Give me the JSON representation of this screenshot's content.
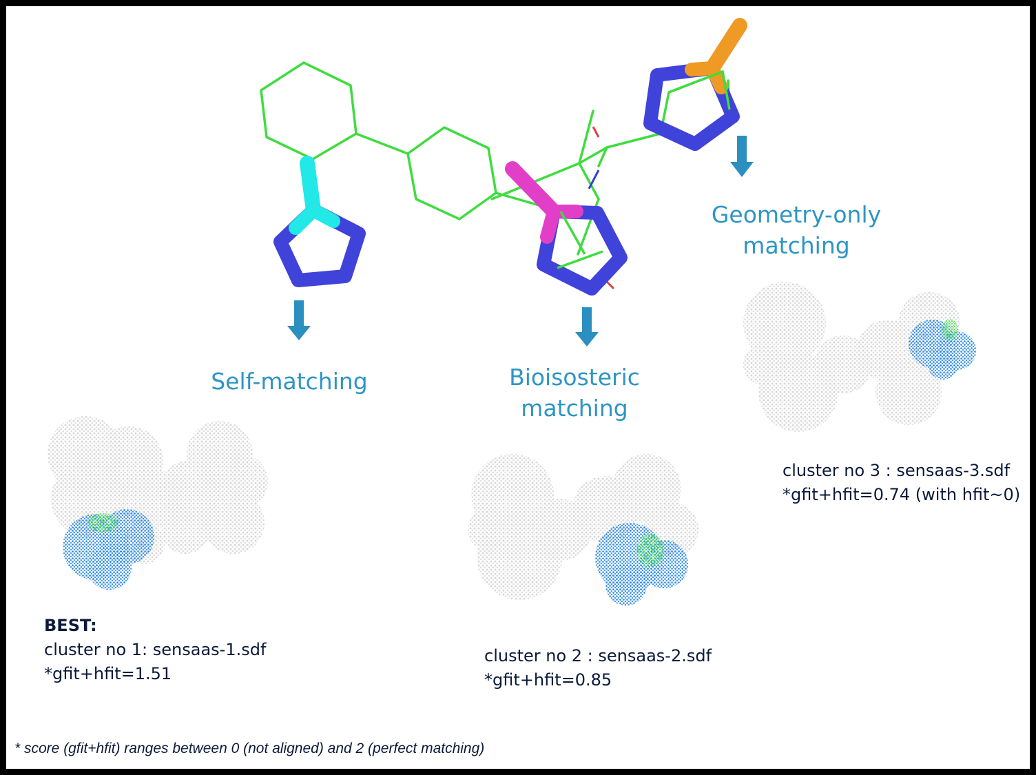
{
  "labels": {
    "self": "Self-matching",
    "bio_line1": "Bioisosteric",
    "bio_line2": "matching",
    "geo_line1": "Geometry-only",
    "geo_line2": "matching"
  },
  "clusters": [
    {
      "heading": "BEST:",
      "line1": "cluster no 1: sensaas-1.sdf",
      "line2": "*gfit+hfit=1.51"
    },
    {
      "line1": "cluster no 2 : sensaas-2.sdf",
      "line2": "*gfit+hfit=0.85"
    },
    {
      "line1": "cluster no 3 : sensaas-3.sdf",
      "line2": "*gfit+hfit=0.74 (with hfit~0)"
    }
  ],
  "footnote": "* score (gfit+hfit) ranges between 0 (not aligned) and 2 (perfect matching)",
  "colors": {
    "frame": "#000000",
    "label_text": "#2e95c4",
    "arrow": "#2b8fc0",
    "ligand_stick": "#3fdc3f",
    "ring_stick": "#4043d9",
    "self_fragment": "#22e8e8",
    "bio_fragment": "#e23fc8",
    "geo_fragment": "#ef9a24",
    "cloud_grey": "#d9d9d9",
    "cloud_blue": "#1a7fe8",
    "cloud_green": "#36e036"
  }
}
